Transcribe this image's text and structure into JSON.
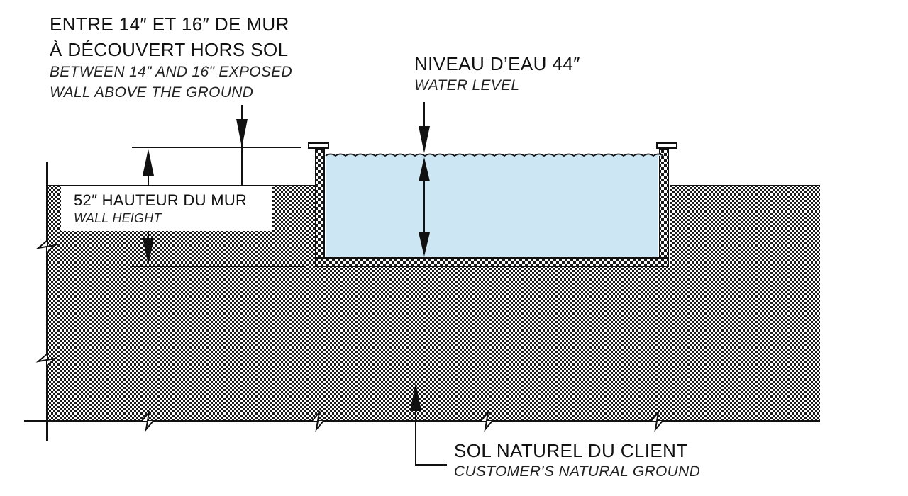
{
  "labels": {
    "exposed_wall_fr_line1": "ENTRE 14″ ET 16″ DE MUR",
    "exposed_wall_fr_line2": "À DÉCOUVERT HORS SOL",
    "exposed_wall_en_line1": "BETWEEN 14\" AND 16\" EXPOSED",
    "exposed_wall_en_line2": "WALL ABOVE THE GROUND",
    "water_level_fr": "NIVEAU D’EAU 44″",
    "water_level_en": "WATER LEVEL",
    "wall_height_fr": "52″ HAUTEUR DU MUR",
    "wall_height_en": "WALL HEIGHT",
    "ground_fr": "SOL NATUREL DU CLIENT",
    "ground_en": "CUSTOMER’S NATURAL GROUND"
  },
  "colors": {
    "water": "#cde6f4",
    "line": "#111111",
    "soil_pattern": "#1a1a1a",
    "background": "#ffffff"
  }
}
